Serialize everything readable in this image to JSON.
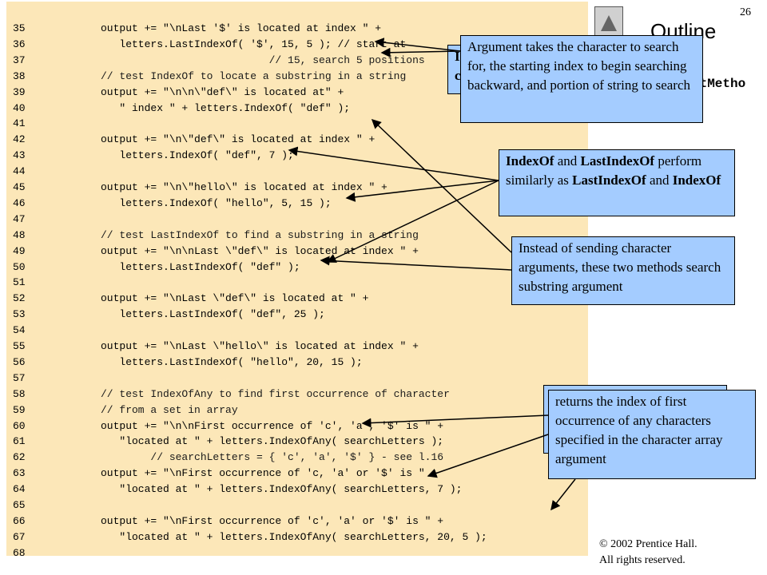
{
  "page_number": "26",
  "outline_title": "Outline",
  "partial_word": "xtMetho",
  "copyright": {
    "line1": "© 2002 Prentice Hall.",
    "line2": "All rights reserved."
  },
  "code_lines": [
    {
      "ln": "35",
      "text": "output += \"\\nLast '$' is located at index \" +"
    },
    {
      "ln": "36",
      "text": "   letters.LastIndexOf( '$', 15, 5 ); // start at"
    },
    {
      "ln": "37",
      "text": "                           // 15, search 5 positions"
    },
    {
      "ln": "38",
      "text": "// test IndexOf to locate a substring in a string"
    },
    {
      "ln": "39",
      "text": "output += \"\\n\\n\\\"def\\\" is located at\" +"
    },
    {
      "ln": "40",
      "text": "   \" index \" + letters.IndexOf( \"def\" );"
    },
    {
      "ln": "41",
      "text": ""
    },
    {
      "ln": "42",
      "text": "output += \"\\n\\\"def\\\" is located at index \" +"
    },
    {
      "ln": "43",
      "text": "   letters.IndexOf( \"def\", 7 );"
    },
    {
      "ln": "44",
      "text": ""
    },
    {
      "ln": "45",
      "text": "output += \"\\n\\\"hello\\\" is located at index \" +"
    },
    {
      "ln": "46",
      "text": "   letters.IndexOf( \"hello\", 5, 15 );"
    },
    {
      "ln": "47",
      "text": ""
    },
    {
      "ln": "48",
      "text": "// test LastIndexOf to find a substring in a string"
    },
    {
      "ln": "49",
      "text": "output += \"\\n\\nLast \\\"def\\\" is located at index \" +"
    },
    {
      "ln": "50",
      "text": "   letters.LastIndexOf( \"def\" );"
    },
    {
      "ln": "51",
      "text": ""
    },
    {
      "ln": "52",
      "text": "output += \"\\nLast \\\"def\\\" is located at \" +"
    },
    {
      "ln": "53",
      "text": "   letters.LastIndexOf( \"def\", 25 );"
    },
    {
      "ln": "54",
      "text": ""
    },
    {
      "ln": "55",
      "text": "output += \"\\nLast \\\"hello\\\" is located at index \" +"
    },
    {
      "ln": "56",
      "text": "   letters.LastIndexOf( \"hello\", 20, 15 );"
    },
    {
      "ln": "57",
      "text": ""
    },
    {
      "ln": "58",
      "text": "// test IndexOfAny to find first occurrence of character"
    },
    {
      "ln": "59",
      "text": "// from a set in array"
    },
    {
      "ln": "60",
      "text": "output += \"\\n\\nFirst occurrence of 'c', 'a', '$' is \" +"
    },
    {
      "ln": "61",
      "text": "   \"located at \" + letters.IndexOfAny( searchLetters );"
    },
    {
      "ln": "62",
      "text": "        // searchLetters = { 'c', 'a', '$' } - see l.16"
    },
    {
      "ln": "63",
      "text": "output += \"\\nFirst occurrence of 'c, 'a' or '$' is \" +"
    },
    {
      "ln": "64",
      "text": "   \"located at \" + letters.IndexOfAny( searchLetters, 7 );"
    },
    {
      "ln": "65",
      "text": ""
    },
    {
      "ln": "66",
      "text": "output += \"\\nFirst occurrence of 'c', 'a' or '$' is \" +"
    },
    {
      "ln": "67",
      "text": "   \"located at \" + letters.IndexOfAny( searchLetters, 20, 5 );"
    },
    {
      "ln": "68",
      "text": ""
    }
  ],
  "callouts": {
    "hidden_1": "I\nc",
    "hidden_2": "",
    "arguments": "Argument takes the character to search for, the starting index to begin searching backward, and portion of string to search",
    "indexof_a": "IndexOf",
    "indexof_and": " and ",
    "indexof_b": "LastIndexOf",
    "indexof_mid": " perform similarly as ",
    "indexof_c": "LastIndexOf",
    "indexof_and2": " and ",
    "indexof_d": "IndexOf",
    "substring": "Instead of sending character arguments, these two methods search substring argument",
    "indexofany": "returns the index of first occurrence of any characters specified in the character array argument"
  }
}
